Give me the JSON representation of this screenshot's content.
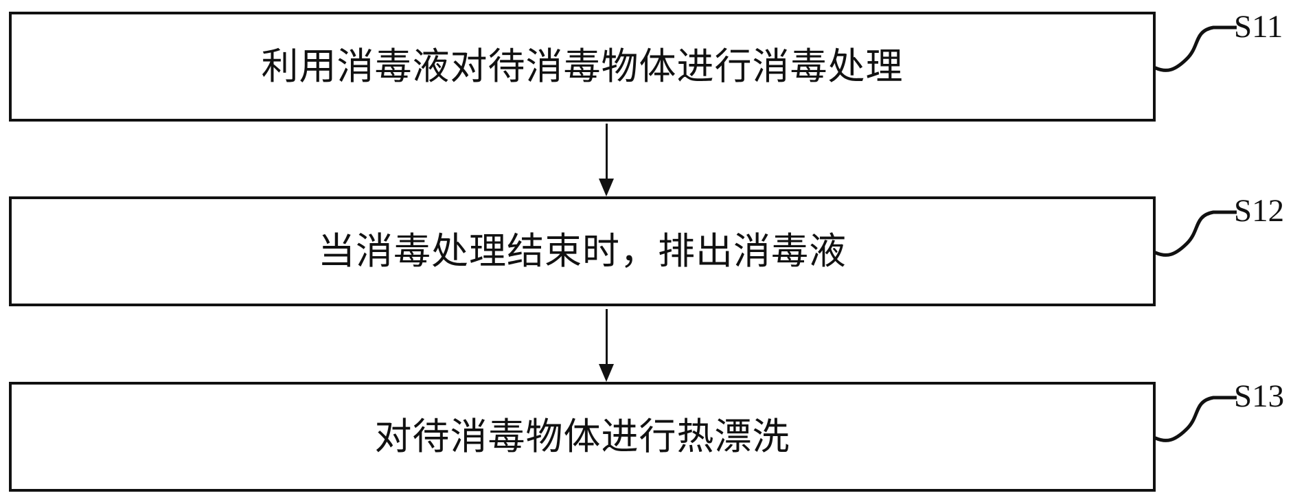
{
  "diagram": {
    "type": "flowchart",
    "background_color": "#ffffff",
    "line_color": "#111111",
    "steps": [
      {
        "id": "S11",
        "label": "利用消毒液对待消毒物体进行消毒处理"
      },
      {
        "id": "S12",
        "label": "当消毒处理结束时，排出消毒液"
      },
      {
        "id": "S13",
        "label": "对待消毒物体进行热漂洗"
      }
    ],
    "flow": [
      {
        "from": "S11",
        "to": "S12",
        "connector": "arrow-down"
      },
      {
        "from": "S12",
        "to": "S13",
        "connector": "arrow-down"
      }
    ]
  }
}
